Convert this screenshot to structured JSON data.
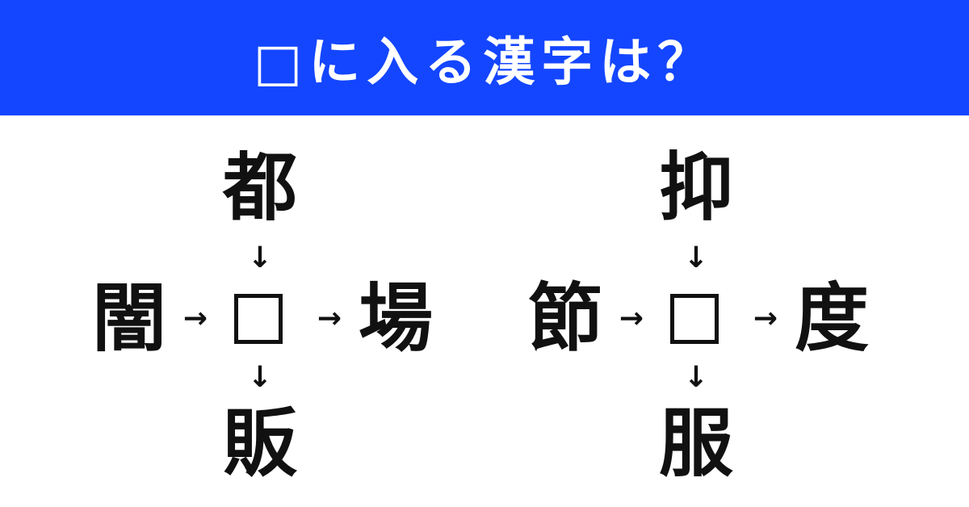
{
  "header": {
    "title": "□に入る漢字は？",
    "background": "#1446ff"
  },
  "puzzles": [
    {
      "top": "都",
      "left": "闇",
      "right": "場",
      "bottom": "販"
    },
    {
      "top": "抑",
      "left": "節",
      "right": "度",
      "bottom": "服"
    }
  ],
  "arrows": {
    "down": "↓",
    "right": "→"
  }
}
